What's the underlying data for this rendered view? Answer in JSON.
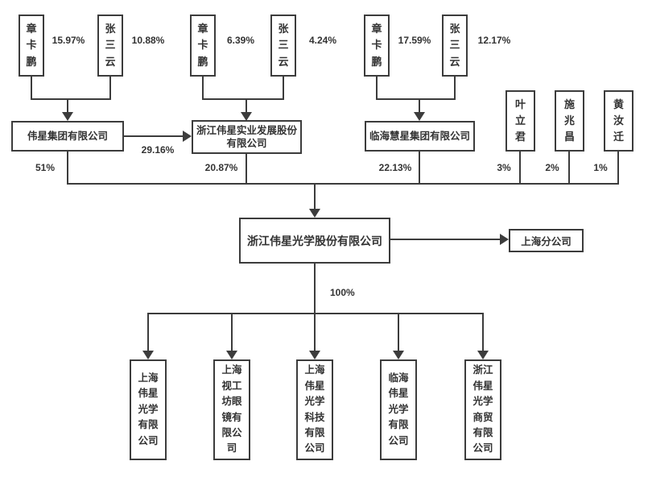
{
  "colors": {
    "line": "#3c3c3c",
    "background": "#ffffff",
    "text": "#333333"
  },
  "ownership_groups": [
    {
      "holders": [
        {
          "name": "章卡鹏",
          "pct": "15.97%"
        },
        {
          "name": "张三云",
          "pct": "10.88%"
        }
      ],
      "company": "伟星集团有限公司",
      "stake": "51%"
    },
    {
      "holders": [
        {
          "name": "章卡鹏",
          "pct": "6.39%"
        },
        {
          "name": "张三云",
          "pct": "4.24%"
        }
      ],
      "company": "浙江伟星实业发展股份有限公司",
      "stake": "20.87%"
    },
    {
      "holders": [
        {
          "name": "章卡鹏",
          "pct": "17.59%"
        },
        {
          "name": "张三云",
          "pct": "12.17%"
        }
      ],
      "company": "临海慧星集团有限公司",
      "stake": "22.13%"
    }
  ],
  "cross_holding_pct": "29.16%",
  "individual_holders": [
    {
      "name": "叶立君",
      "stake": "3%"
    },
    {
      "name": "施兆昌",
      "stake": "2%"
    },
    {
      "name": "黄汝迁",
      "stake": "1%"
    }
  ],
  "main_company": "浙江伟星光学股份有限公司",
  "branch_company": "上海分公司",
  "subsidiaries_pct": "100%",
  "subsidiaries": [
    "上海伟星光学有限公司",
    "上海视工坊眼镜有限公司",
    "上海伟星光学科技有限公司",
    "临海伟星光学有限公司",
    "浙江伟星光学商贸有限公司"
  ]
}
